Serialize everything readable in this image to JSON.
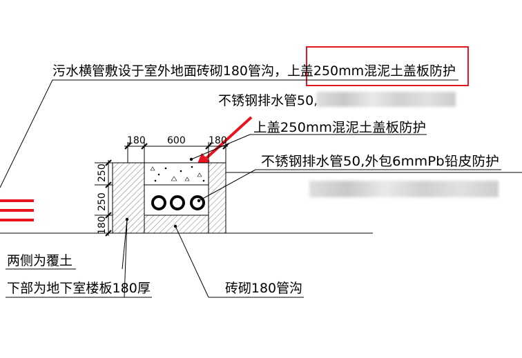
{
  "notes": {
    "main": "污水横管敷设于室外地面砖砌180管沟，上盖250mm混泥土盖板防护",
    "pipe_short": "不锈钢排水管50,",
    "cover": "上盖250mm混泥土盖板防护",
    "pipe_long": "不锈钢排水管50,外包6mmPb铅皮防护",
    "both_sides": "两侧为覆土",
    "bottom": "下部为地下室楼板180厚",
    "trench": "砖砌180管沟"
  },
  "dims": {
    "top": [
      "180",
      "600",
      "180"
    ],
    "side": [
      "250",
      "250",
      "180"
    ]
  },
  "colors": {
    "highlight": "#e8141e",
    "line": "#000000",
    "hatch": "#555555"
  }
}
